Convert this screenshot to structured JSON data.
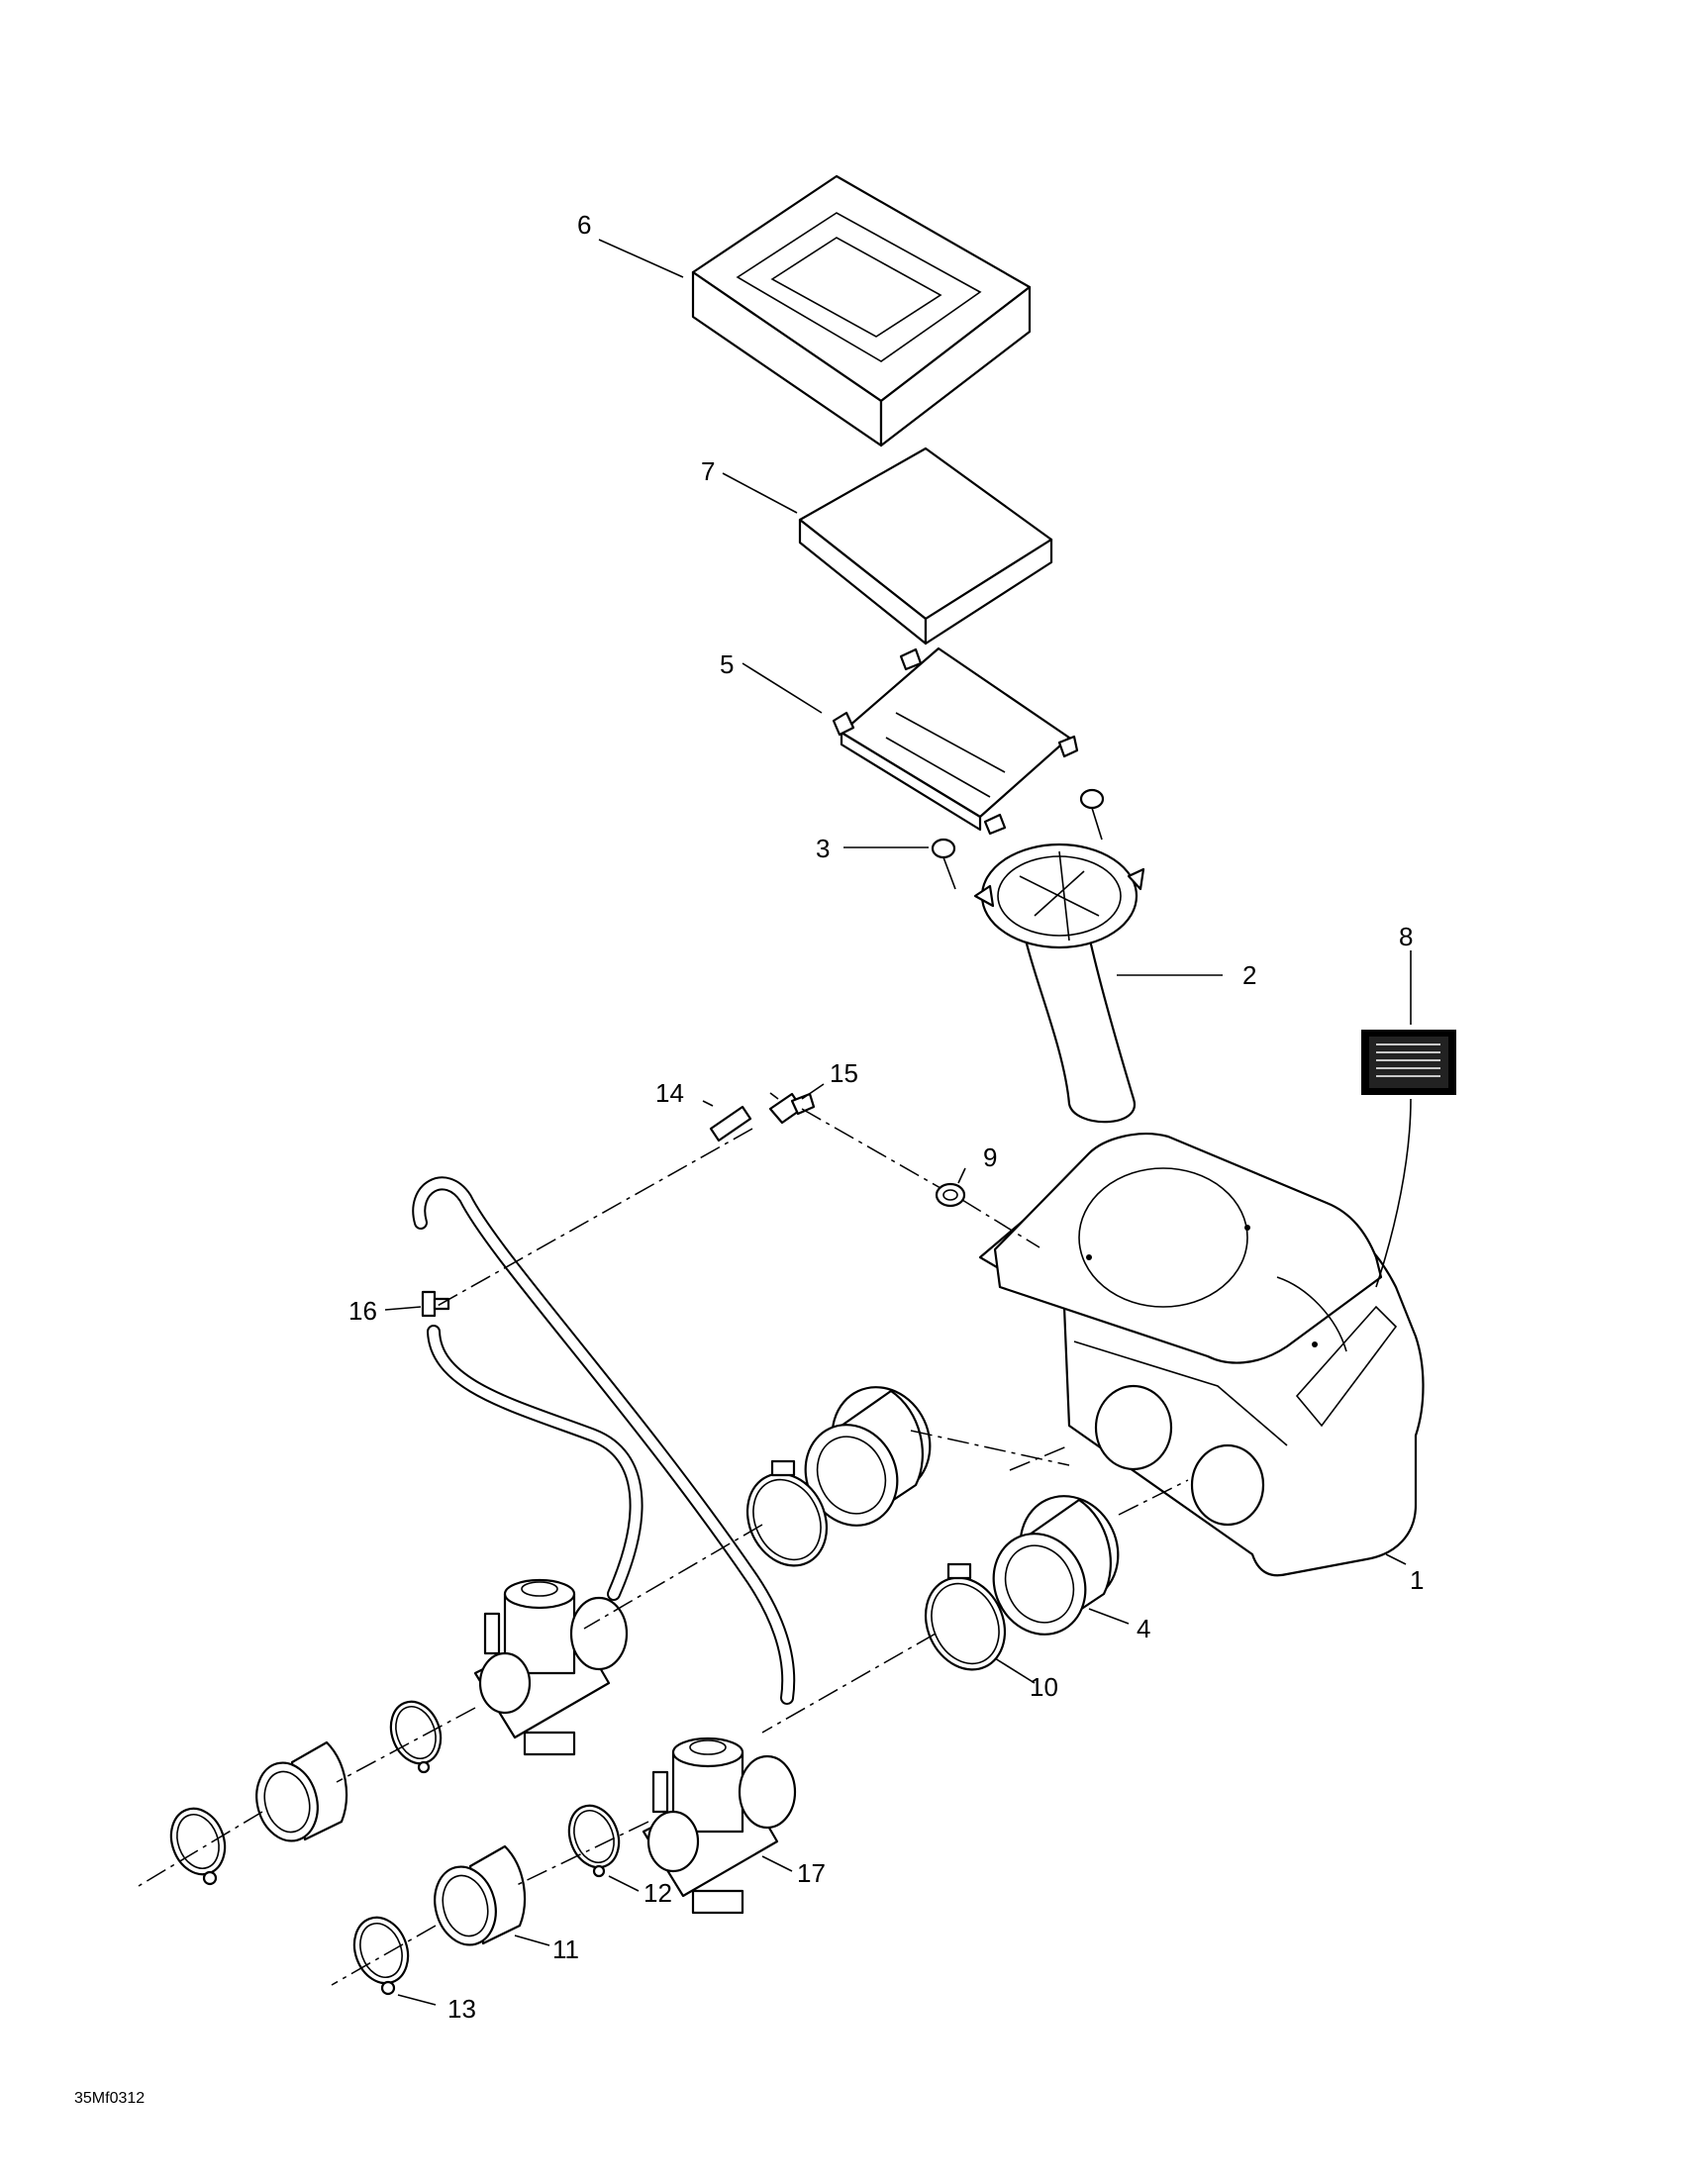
{
  "drawing_code": "35Mf0312",
  "callouts": {
    "c1": "1",
    "c2": "2",
    "c3": "3",
    "c4": "4",
    "c5": "5",
    "c6": "6",
    "c7": "7",
    "c8": "8",
    "c9": "9",
    "c10": "10",
    "c11": "11",
    "c12": "12",
    "c13": "13",
    "c14": "14",
    "c15": "15",
    "c16": "16",
    "c17": "17"
  }
}
